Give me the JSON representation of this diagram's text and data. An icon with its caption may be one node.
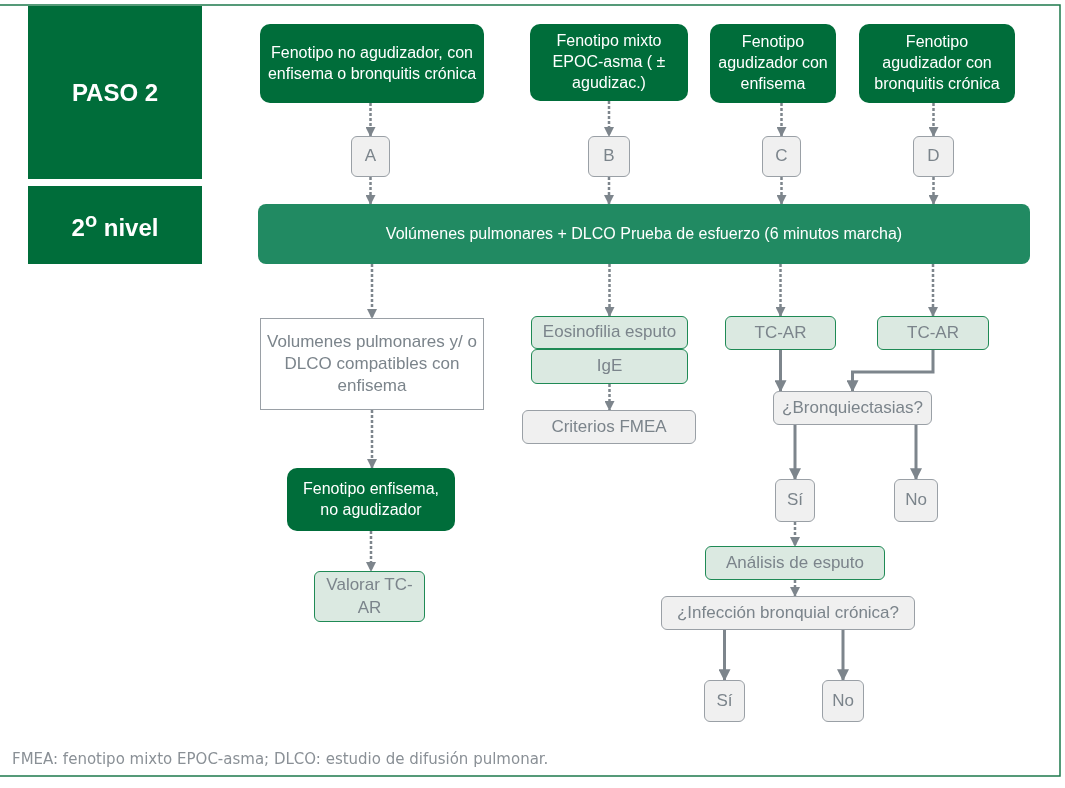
{
  "diagram": {
    "caption": "FMEA: fenotipo mixto EPOC-asma; DLCO: estudio de difusión pulmonar.",
    "nodes": [
      {
        "text": [
          "PASO 2"
        ]
      },
      {
        "text": [
          "2$^{o}$ nivel"
        ]
      },
      {
        "text": [
          "Fenotipo no agudizador, con enfisema o bronquitis crónica"
        ]
      },
      {
        "text": [
          "Fenotipo mixto EPOC-asma ( ± agudizac.)"
        ]
      },
      {
        "text": [
          "Fenotipo agudizador con enfisema"
        ]
      },
      {
        "text": [
          "Fenotipo agudizador con bronquitis crónica"
        ]
      },
      {
        "text": [
          "A"
        ]
      },
      {
        "text": [
          "B"
        ]
      },
      {
        "text": [
          "C"
        ]
      },
      {
        "text": [
          "D"
        ]
      },
      {
        "text": [
          "Volúmenes pulmonares + DLCO Prueba de esfuerzo (6 minutos marcha)"
        ]
      },
      {
        "text": [
          "Volumenes pulmonares y/ o DLCO compatibles con enfisema"
        ]
      },
      {
        "text": [
          "Eosinofilia esputo"
        ]
      },
      {
        "text": [
          "IgE"
        ]
      },
      {
        "text": [
          "Criterios FMEA"
        ]
      },
      {
        "text": [
          "TC-AR"
        ]
      },
      {
        "text": [
          "TC-AR"
        ]
      },
      {
        "text": [
          "¿Bronquiectasias?"
        ]
      },
      {
        "text": [
          "Sí"
        ]
      },
      {
        "text": [
          "No"
        ]
      },
      {
        "text": [
          "Análisis de esputo"
        ]
      },
      {
        "text": [
          "¿Infección bronquial crónica?"
        ]
      },
      {
        "text": [
          "Sí"
        ]
      },
      {
        "text": [
          "No"
        ]
      },
      {
        "text": [
          "Fenotipo enfisema, no agudizador"
        ]
      },
      {
        "text": [
          "Valorar TC-AR"
        ]
      }
    ],
    "edges": [
      {
        "from": 2,
        "to": 6,
        "arrow": "to",
        "style": "dashed"
      },
      {
        "from": 3,
        "to": 7,
        "arrow": "to",
        "style": "dashed"
      },
      {
        "from": 4,
        "to": 8,
        "arrow": "to",
        "style": "dashed"
      },
      {
        "from": 5,
        "to": 9,
        "arrow": "to",
        "style": "dashed"
      },
      {
        "from": 6,
        "to": 10,
        "arrow": "to",
        "style": "dashed"
      },
      {
        "from": 7,
        "to": 10,
        "arrow": "to",
        "style": "dashed"
      },
      {
        "from": 8,
        "to": 10,
        "arrow": "to",
        "style": "dashed"
      },
      {
        "from": 9,
        "to": 10,
        "arrow": "to",
        "style": "dashed"
      },
      {
        "from": 10,
        "to": 11,
        "arrow": "to",
        "style": "dashed"
      },
      {
        "from": 10,
        "to": 12,
        "arrow": "to",
        "style": "dashed"
      },
      {
        "from": 10,
        "to": 15,
        "arrow": "to",
        "style": "dashed"
      },
      {
        "from": 10,
        "to": 16,
        "arrow": "to",
        "style": "dashed"
      },
      {
        "from": 11,
        "to": 24,
        "arrow": "to",
        "style": "dashed"
      },
      {
        "from": 24,
        "to": 25,
        "arrow": "to",
        "style": "dashed"
      },
      {
        "from": 13,
        "to": 14,
        "arrow": "to",
        "style": "dashed"
      },
      {
        "from": 15,
        "to": 17,
        "arrow": "to"
      },
      {
        "from": 16,
        "to": 17,
        "arrow": "to"
      },
      {
        "from": 17,
        "to": 18,
        "arrow": "to"
      },
      {
        "from": 17,
        "to": 19,
        "arrow": "to"
      },
      {
        "from": 18,
        "to": 20,
        "arrow": "to",
        "style": "dashed"
      },
      {
        "from": 20,
        "to": 21,
        "arrow": "to",
        "style": "dashed"
      },
      {
        "from": 21,
        "to": 22,
        "arrow": "to"
      },
      {
        "from": 21,
        "to": 23,
        "arrow": "to"
      }
    ]
  }
}
